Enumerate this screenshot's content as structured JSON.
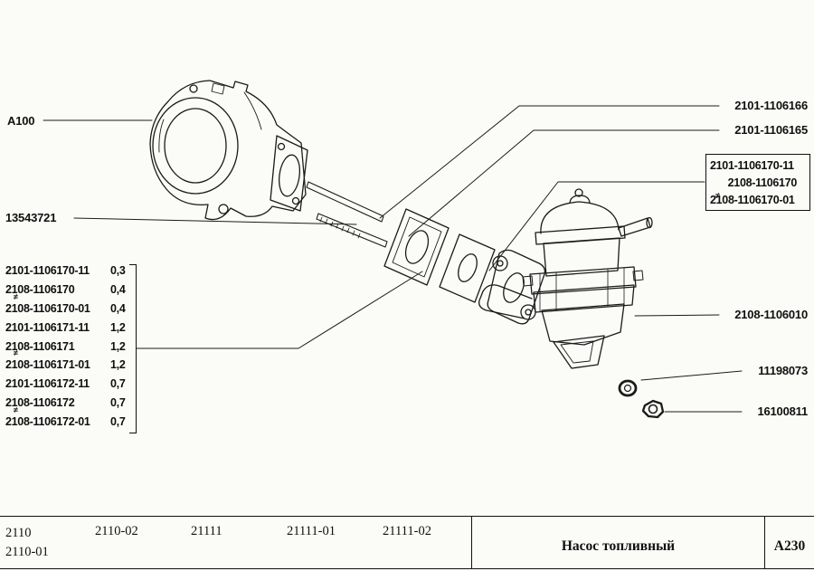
{
  "callouts": {
    "housing": "A100",
    "stud_bolt": "13543721",
    "stud_upper": "2101-1106166",
    "stud_lower": "2101-1106165",
    "pump": "2108-1106010",
    "washer": "11198073",
    "nut": "16100811",
    "boxed_group": {
      "line1": "2101-1106170-11",
      "line2": "2108-1106170",
      "line2_marker": "≠",
      "line3": "2108-1106170-01"
    }
  },
  "gasket_table": {
    "rows": [
      {
        "part": "2101-1106170-11",
        "thickness": "0,3",
        "marker": ""
      },
      {
        "part": "2108-1106170",
        "thickness": "0,4",
        "marker": "≠"
      },
      {
        "part": "2108-1106170-01",
        "thickness": "0,4",
        "marker": ""
      },
      {
        "part": "2101-1106171-11",
        "thickness": "1,2",
        "marker": ""
      },
      {
        "part": "2108-1106171",
        "thickness": "1,2",
        "marker": "≠"
      },
      {
        "part": "2108-1106171-01",
        "thickness": "1,2",
        "marker": ""
      },
      {
        "part": "2101-1106172-11",
        "thickness": "0,7",
        "marker": ""
      },
      {
        "part": "2108-1106172",
        "thickness": "0,7",
        "marker": "≠"
      },
      {
        "part": "2108-1106172-01",
        "thickness": "0,7",
        "marker": ""
      }
    ]
  },
  "footer": {
    "models": [
      "2110",
      "2110-01",
      "2110-02",
      "21111",
      "21111-01",
      "21111-02"
    ],
    "title": "Насос топливный",
    "code": "А230"
  }
}
